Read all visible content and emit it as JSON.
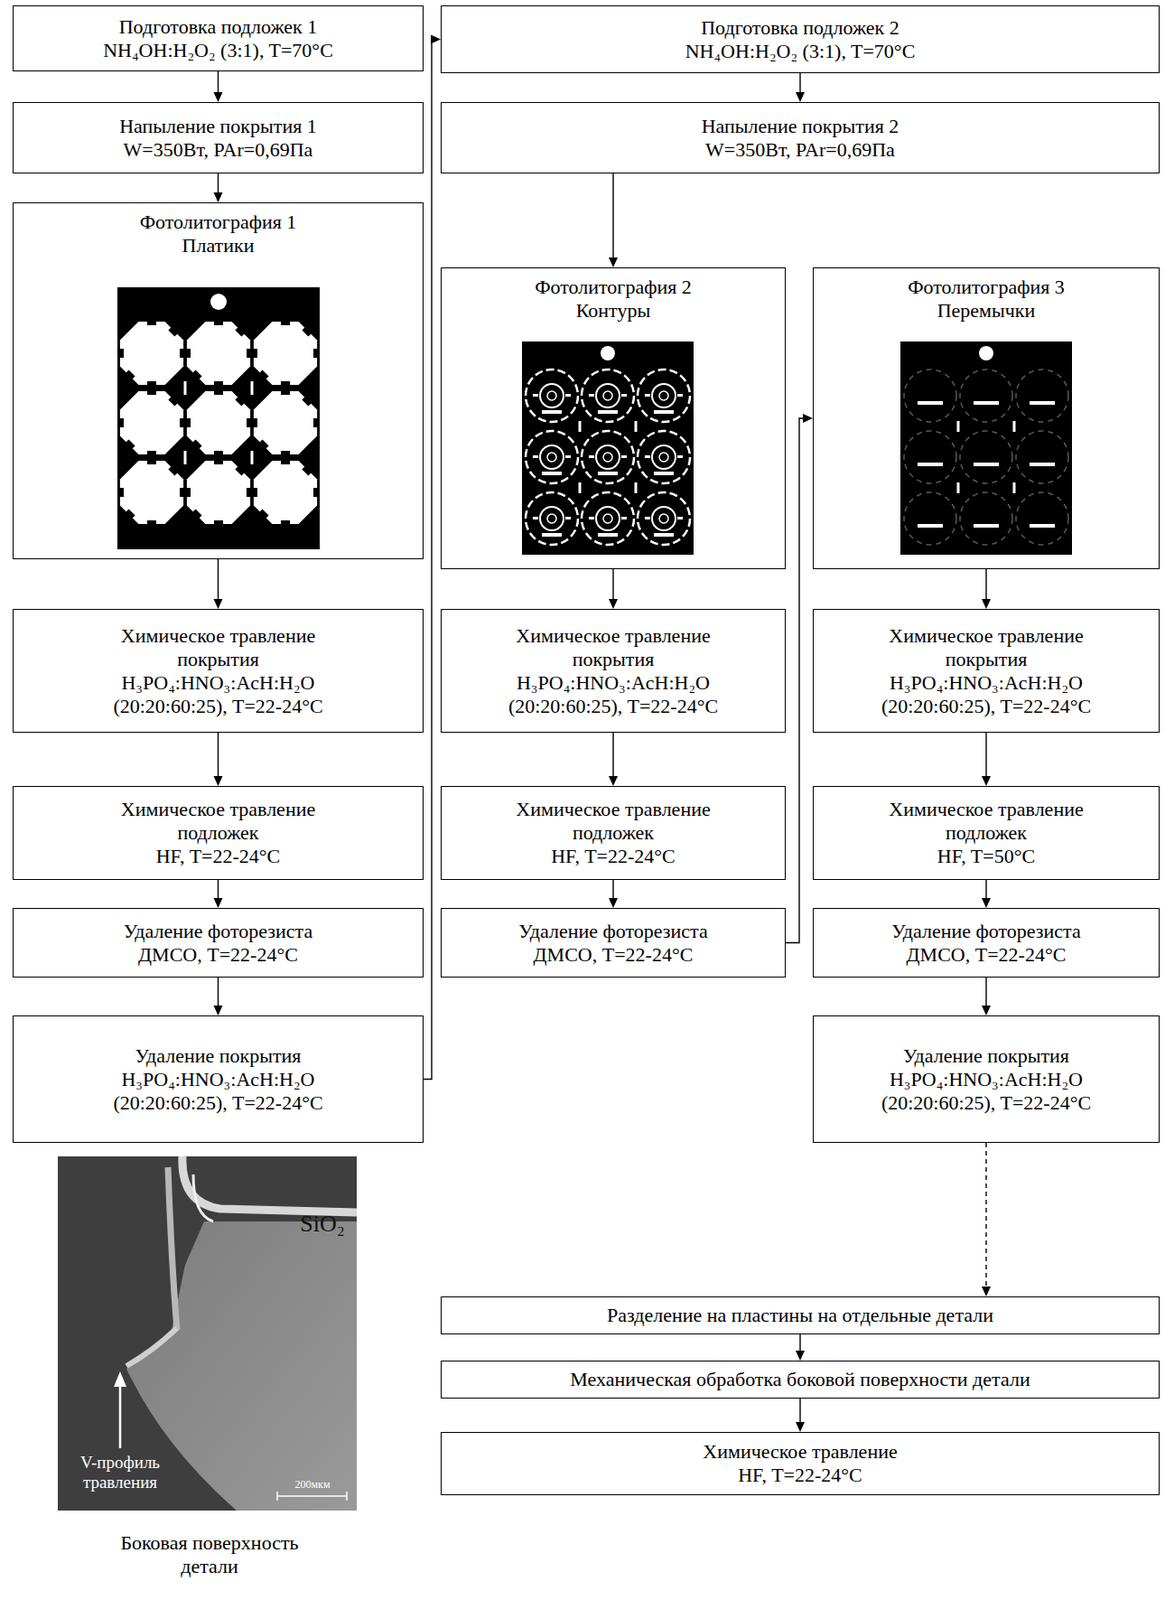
{
  "diagram": {
    "nodes": [
      {
        "text": [
          "Подготовка подложек 1",
          "NH₄OH:H₂O₂ (3:1), T=70°C"
        ]
      },
      {
        "text": [
          "Напыление покрытия 1",
          "W=350Вт, PAr=0,69Па"
        ]
      },
      {
        "text": [
          "Фотолитография 1",
          "Платики"
        ]
      },
      {
        "text": [
          "Химическое травление покрытия",
          "H₃PO₄:HNO₃:AcH:H₂O (20:20:60:25), T=22-24°C"
        ]
      },
      {
        "text": [
          "Химическое травление подложек",
          "HF, T=22-24°C"
        ]
      },
      {
        "text": [
          "Удаление фоторезиста",
          "ДМСО, T=22-24°C"
        ]
      },
      {
        "text": [
          "Удаление покрытия",
          "H₃PO₄:HNO₃:AcH:H₂O (20:20:60:25), T=22-24°C"
        ]
      },
      {
        "text": [
          "Подготовка подложек 2",
          "NH₄OH:H₂O₂ (3:1), T=70°C"
        ]
      },
      {
        "text": [
          "Напыление покрытия 2",
          "W=350Вт, PAr=0,69Па"
        ]
      },
      {
        "text": [
          "Фотолитография 2",
          "Контуры"
        ]
      },
      {
        "text": [
          "Химическое травление покрытия",
          "H₃PO₄:HNO₃:AcH:H₂O (20:20:60:25), T=22-24°C"
        ]
      },
      {
        "text": [
          "Химическое травление подложек",
          "HF, T=22-24°C"
        ]
      },
      {
        "text": [
          "Удаление фоторезиста",
          "ДМСО, T=22-24°C"
        ]
      },
      {
        "text": [
          "Фотолитография 3",
          "Перемычки"
        ]
      },
      {
        "text": [
          "Химическое травление покрытия",
          "H₃PO₄:HNO₃:AcH:H₂O (20:20:60:25), T=22-24°C"
        ]
      },
      {
        "text": [
          "Химическое травление подложек",
          "HF, T=50°C"
        ]
      },
      {
        "text": [
          "Удаление фоторезиста",
          "ДМСО, T=22-24°C"
        ]
      },
      {
        "text": [
          "Удаление покрытия",
          "H₃PO₄:HNO₃:AcH:H₂O (20:20:60:25), T=22-24°C"
        ]
      },
      {
        "text": [
          "Разделение на пластины на отдельные детали"
        ]
      },
      {
        "text": [
          "Механическая обработка боковой поверхности детали"
        ]
      },
      {
        "text": [
          "Химическое травление",
          "HF, T=22-24°C"
        ]
      }
    ],
    "edges": [
      {
        "from": 0,
        "to": 1,
        "arrow": "to"
      },
      {
        "from": 1,
        "to": 2,
        "arrow": "to"
      },
      {
        "from": 2,
        "to": 3,
        "arrow": "to"
      },
      {
        "from": 3,
        "to": 4,
        "arrow": "to"
      },
      {
        "from": 4,
        "to": 5,
        "arrow": "to"
      },
      {
        "from": 5,
        "to": 6,
        "arrow": "to"
      },
      {
        "from": 6,
        "to": 7,
        "arrow": "to"
      },
      {
        "from": 7,
        "to": 8,
        "arrow": "to"
      },
      {
        "from": 8,
        "to": 9,
        "arrow": "to"
      },
      {
        "from": 9,
        "to": 10,
        "arrow": "to"
      },
      {
        "from": 10,
        "to": 11,
        "arrow": "to"
      },
      {
        "from": 11,
        "to": 12,
        "arrow": "to"
      },
      {
        "from": 12,
        "to": 13,
        "arrow": "to"
      },
      {
        "from": 13,
        "to": 14,
        "arrow": "to"
      },
      {
        "from": 14,
        "to": 15,
        "arrow": "to"
      },
      {
        "from": 15,
        "to": 16,
        "arrow": "to"
      },
      {
        "from": 16,
        "to": 17,
        "arrow": "to"
      },
      {
        "from": 17,
        "to": 18,
        "arrow": "to"
      },
      {
        "from": 18,
        "to": 19,
        "arrow": "to"
      },
      {
        "from": 19,
        "to": 20,
        "arrow": "to"
      }
    ],
    "labels": [
      "SiO₂",
      "V-профиль травления",
      "200мкм",
      "Боковая поверхность детали"
    ]
  }
}
